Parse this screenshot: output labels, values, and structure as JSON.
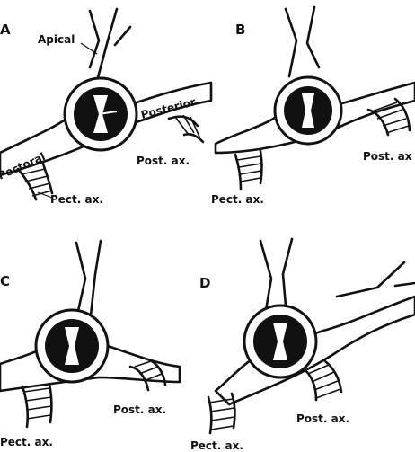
{
  "panels": [
    {
      "letter": "A",
      "labels": {
        "apical": "Apical",
        "posterior": "Posterior",
        "pectoral": "Pectoral",
        "post_ax": "Post. ax.",
        "pect_ax": "Pect. ax."
      }
    },
    {
      "letter": "B",
      "labels": {
        "post_ax": "Post. ax",
        "pect_ax": "Pect. ax."
      }
    },
    {
      "letter": "C",
      "labels": {
        "post_ax": "Post. ax.",
        "pect_ax": "Pect. ax."
      }
    },
    {
      "letter": "D",
      "labels": {
        "post_ax": "Post. ax.",
        "pect_ax": "Pect. ax."
      }
    }
  ]
}
